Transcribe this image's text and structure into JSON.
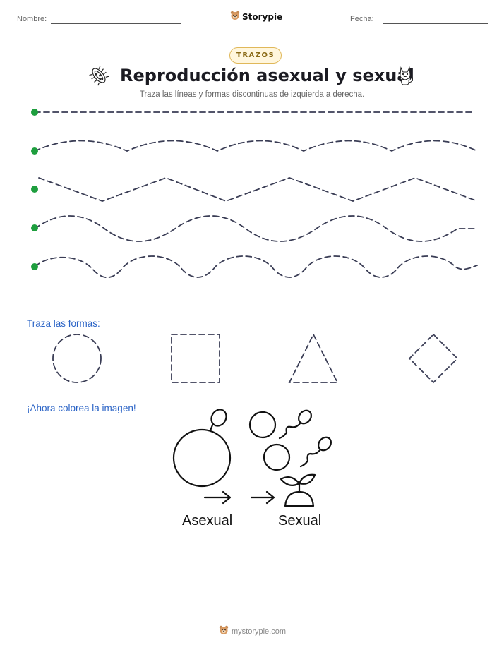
{
  "header": {
    "name_label": "Nombre:",
    "date_label": "Fecha:",
    "brand": "Storypie"
  },
  "worksheet": {
    "badge": "TRAZOS",
    "title": "Reproducción asexual y sexual",
    "instructions": "Traza las líneas y formas discontinuas de izquierda a derecha."
  },
  "shapes_section": {
    "label": "Traza las formas:",
    "shapes": [
      "circle",
      "square",
      "triangle",
      "diamond"
    ]
  },
  "color_section": {
    "label": "¡Ahora colorea la imagen!",
    "caption_left": "Asexual",
    "caption_right": "Sexual"
  },
  "footer": {
    "site": "mystorypie.com"
  },
  "colors": {
    "accent": "#2a63c6",
    "start_dot": "#1e9e3e",
    "trace": "#3a3d55"
  },
  "icons": [
    "bear-logo-icon",
    "bacterium-icon",
    "fox-icon"
  ]
}
